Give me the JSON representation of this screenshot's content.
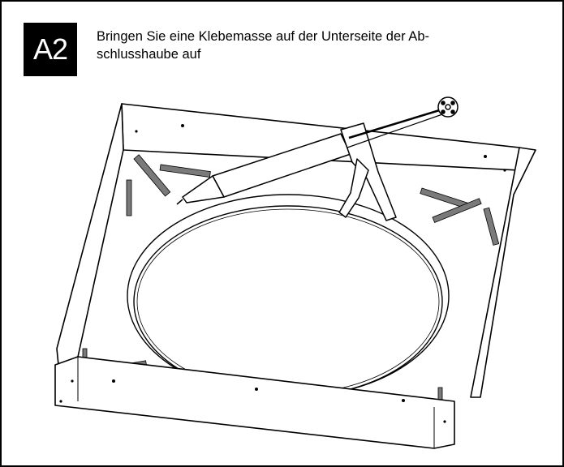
{
  "step": {
    "label": "A2"
  },
  "instruction": {
    "text": "Bringen Sie eine Klebemasse auf der Unterseite der Ab-\nschlusshaube auf"
  },
  "illustration": {
    "subject": "square frame hood with round opening, caulking gun applying adhesive",
    "colors": {
      "line": "#000000",
      "fill": "#ffffff",
      "bar": "#7a7a7a"
    }
  }
}
